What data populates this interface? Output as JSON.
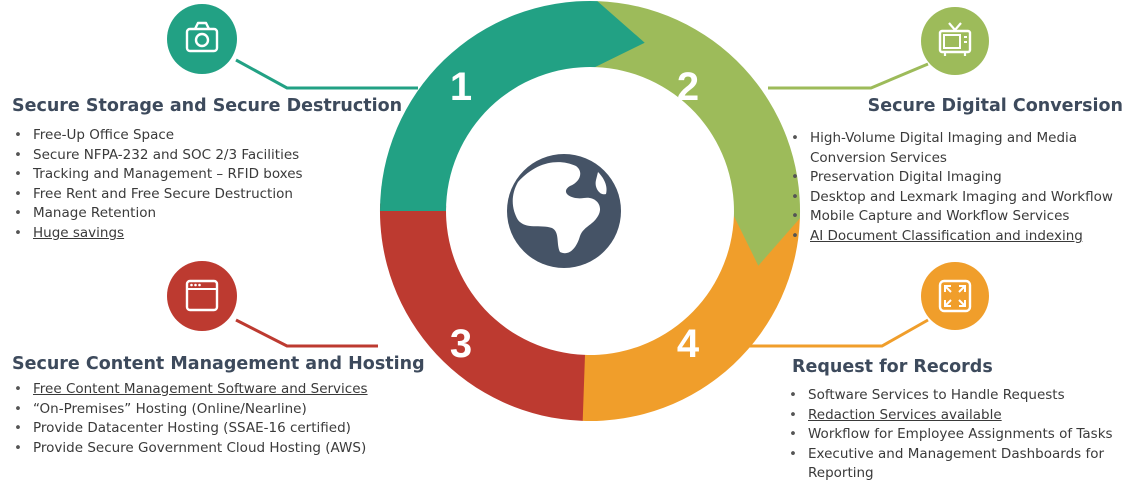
{
  "colors": {
    "teal": "#22a184",
    "green": "#9dbb5a",
    "red": "#bd3a30",
    "orange": "#f09e2b",
    "globe": "#455366",
    "heading": "#3d4a5c",
    "text": "#3a3a3a"
  },
  "cycle": [
    {
      "number": "1",
      "color": "teal"
    },
    {
      "number": "2",
      "color": "green"
    },
    {
      "number": "3",
      "color": "red"
    },
    {
      "number": "4",
      "color": "orange"
    }
  ],
  "center_icon": "globe-icon",
  "sections": {
    "storage": {
      "icon": "camera-icon",
      "title": "Secure Storage and Secure Destruction",
      "items": [
        {
          "text": "Free-Up Office Space",
          "link": false
        },
        {
          "text": "Secure NFPA-232 and SOC 2/3 Facilities",
          "link": false
        },
        {
          "text": "Tracking and Management – RFID boxes",
          "link": false
        },
        {
          "text": "Free Rent and Free Secure Destruction",
          "link": false
        },
        {
          "text": "Manage Retention",
          "link": false
        },
        {
          "text": "Huge savings",
          "link": true
        }
      ]
    },
    "conversion": {
      "icon": "tv-icon",
      "title": "Secure Digital Conversion",
      "items": [
        {
          "text": "High-Volume Digital Imaging and Media Conversion Services",
          "link": false
        },
        {
          "text": "Preservation Digital Imaging",
          "link": false
        },
        {
          "text": "Desktop and Lexmark Imaging and Workflow",
          "link": false
        },
        {
          "text": "Mobile Capture and Workflow Services",
          "link": false
        },
        {
          "text": "AI Document Classification and indexing",
          "link": true
        }
      ]
    },
    "hosting": {
      "icon": "browser-window-icon",
      "title": "Secure Content Management and Hosting",
      "items": [
        {
          "text": "Free Content Management Software and Services",
          "link": true
        },
        {
          "text": "“On-Premises” Hosting (Online/Nearline)",
          "link": false
        },
        {
          "text": "Provide Datacenter Hosting (SSAE-16 certified)",
          "link": false
        },
        {
          "text": "Provide Secure Government Cloud Hosting (AWS)",
          "link": false
        }
      ]
    },
    "records": {
      "icon": "expand-icon",
      "title": "Request for Records",
      "items": [
        {
          "text": "Software Services to Handle Requests",
          "link": false
        },
        {
          "text": "Redaction Services available",
          "link": true
        },
        {
          "text": "Workflow for Employee Assignments of Tasks",
          "link": false
        },
        {
          "text": "Executive and Management Dashboards for Reporting",
          "link": false
        }
      ]
    }
  }
}
